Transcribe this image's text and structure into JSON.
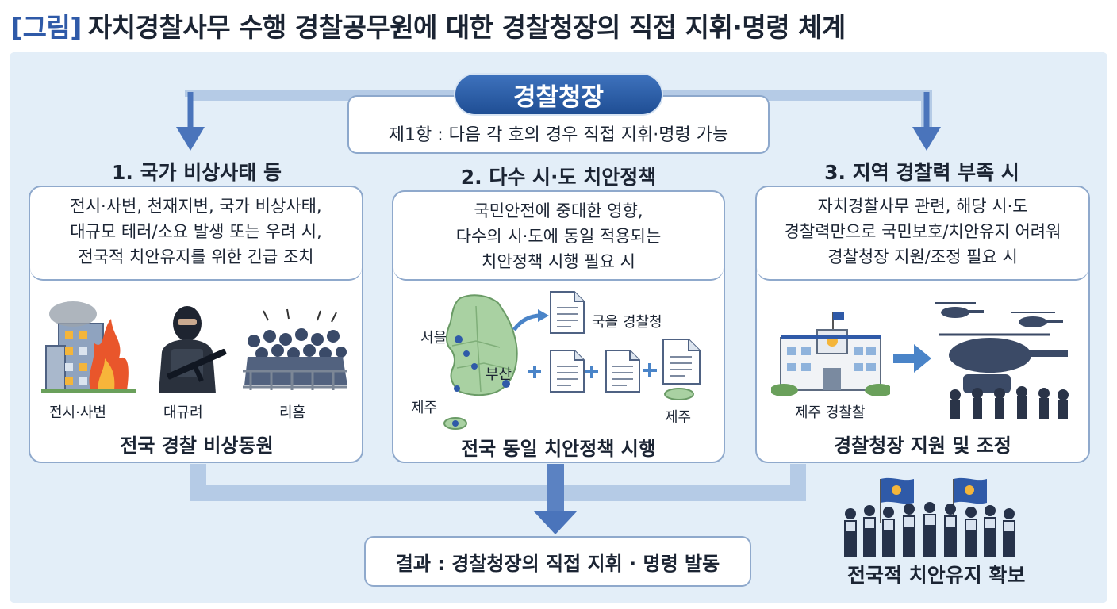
{
  "title": {
    "prefix": "[그림]",
    "text": "자치경찰사무 수행 경찰공무원에 대한 경찰청장의 직접 지휘·명령 체계"
  },
  "chief": {
    "name": "경찰청장",
    "clause": "제1항 : 다음 각 호의 경우 직접 지휘·명령 가능"
  },
  "columns": [
    {
      "title": "1. 국가 비상사태 등",
      "desc": [
        "전시·사변, 천재지변, 국가 비상사태,",
        "대규모 테러/소요 발생 또는 우려 시,",
        "전국적 치안유지를 위한 긴급 조치"
      ],
      "labels": [
        "전시·사변",
        "대규려",
        "리흠"
      ],
      "caption": "전국 경찰 비상동원"
    },
    {
      "title": "2. 다수 시·도 치안정책",
      "desc": [
        "국민안전에 중대한 영향,",
        "다수의 시·도에 동일 적용되는",
        "치안정책 시행 필요 시"
      ],
      "labels": [
        "국을 경찰청",
        "서을",
        "부산",
        "제주",
        "제주"
      ],
      "caption": "전국 동일 치안정책 시행"
    },
    {
      "title": "3. 지역 경찰력 부족 시",
      "desc": [
        "자치경찰사무 관련, 해당 시·도",
        "경찰력만으로 국민보호/치안유지 어려워",
        "경찰청장 지원/조정 필요 시"
      ],
      "labels": [
        "제주 경찰찰"
      ],
      "caption": "경찰청장 지원 및 조정"
    }
  ],
  "result": "결과 : 경찰청장의 직접 지휘 · 명령 발동",
  "final": "전국적 치안유지 확보",
  "colors": {
    "accent": "#2f5aa8",
    "pill": "#1f4e94",
    "arrow": "#4a74bb",
    "connector": "#b5cbe6",
    "panel": "#e3eef8"
  },
  "icons": [
    "burning-building-icon",
    "armed-terrorist-icon",
    "crowd-icon",
    "korea-map-icon",
    "document-icon",
    "police-station-icon",
    "helicopter-icon",
    "police-officers-icon"
  ]
}
